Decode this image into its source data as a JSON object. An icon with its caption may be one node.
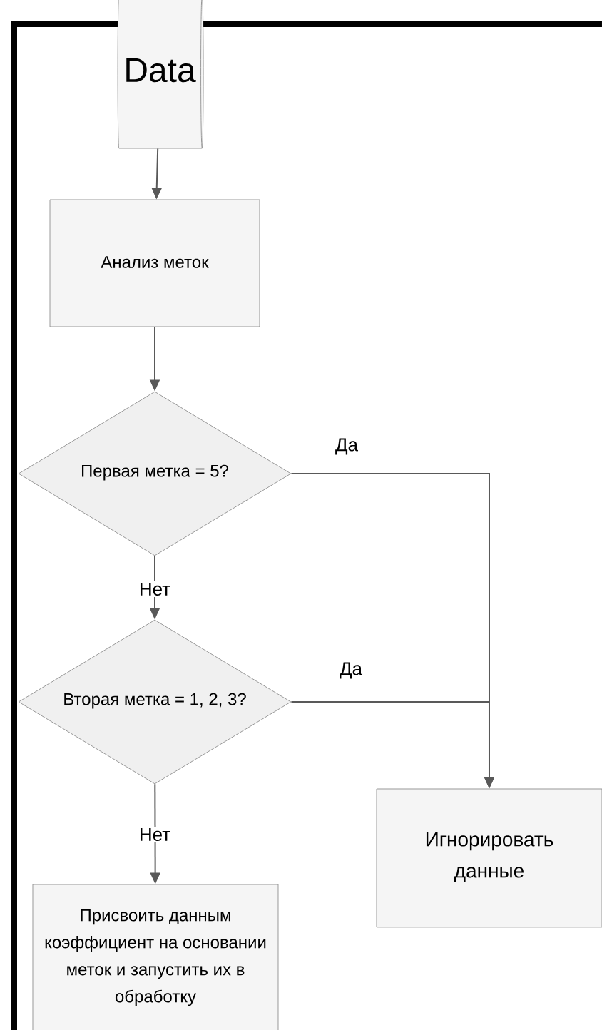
{
  "diagram": {
    "nodes": [
      {
        "text": [
          "Data"
        ]
      },
      {
        "text": [
          "Анализ меток"
        ]
      },
      {
        "text": [
          "Первая метка = 5?"
        ]
      },
      {
        "text": [
          "Вторая метка = 1, 2, 3?"
        ]
      },
      {
        "text": [
          "Присвоить данным коэффициент на основании меток и запустить их в обработку"
        ]
      },
      {
        "text": [
          "Игнорировать данные"
        ]
      }
    ],
    "edges": [
      {
        "from": 0,
        "to": 1,
        "arrow": "to"
      },
      {
        "from": 1,
        "to": 2,
        "arrow": "to"
      },
      {
        "from": 2,
        "to": 3,
        "arrow": "to",
        "label": "Нет"
      },
      {
        "from": 2,
        "to": 5,
        "arrow": "to",
        "label": "Да"
      },
      {
        "from": 3,
        "to": 5,
        "arrow": "to",
        "label": "Да"
      },
      {
        "from": 3,
        "to": 4,
        "arrow": "to",
        "label": "Нет"
      }
    ]
  }
}
